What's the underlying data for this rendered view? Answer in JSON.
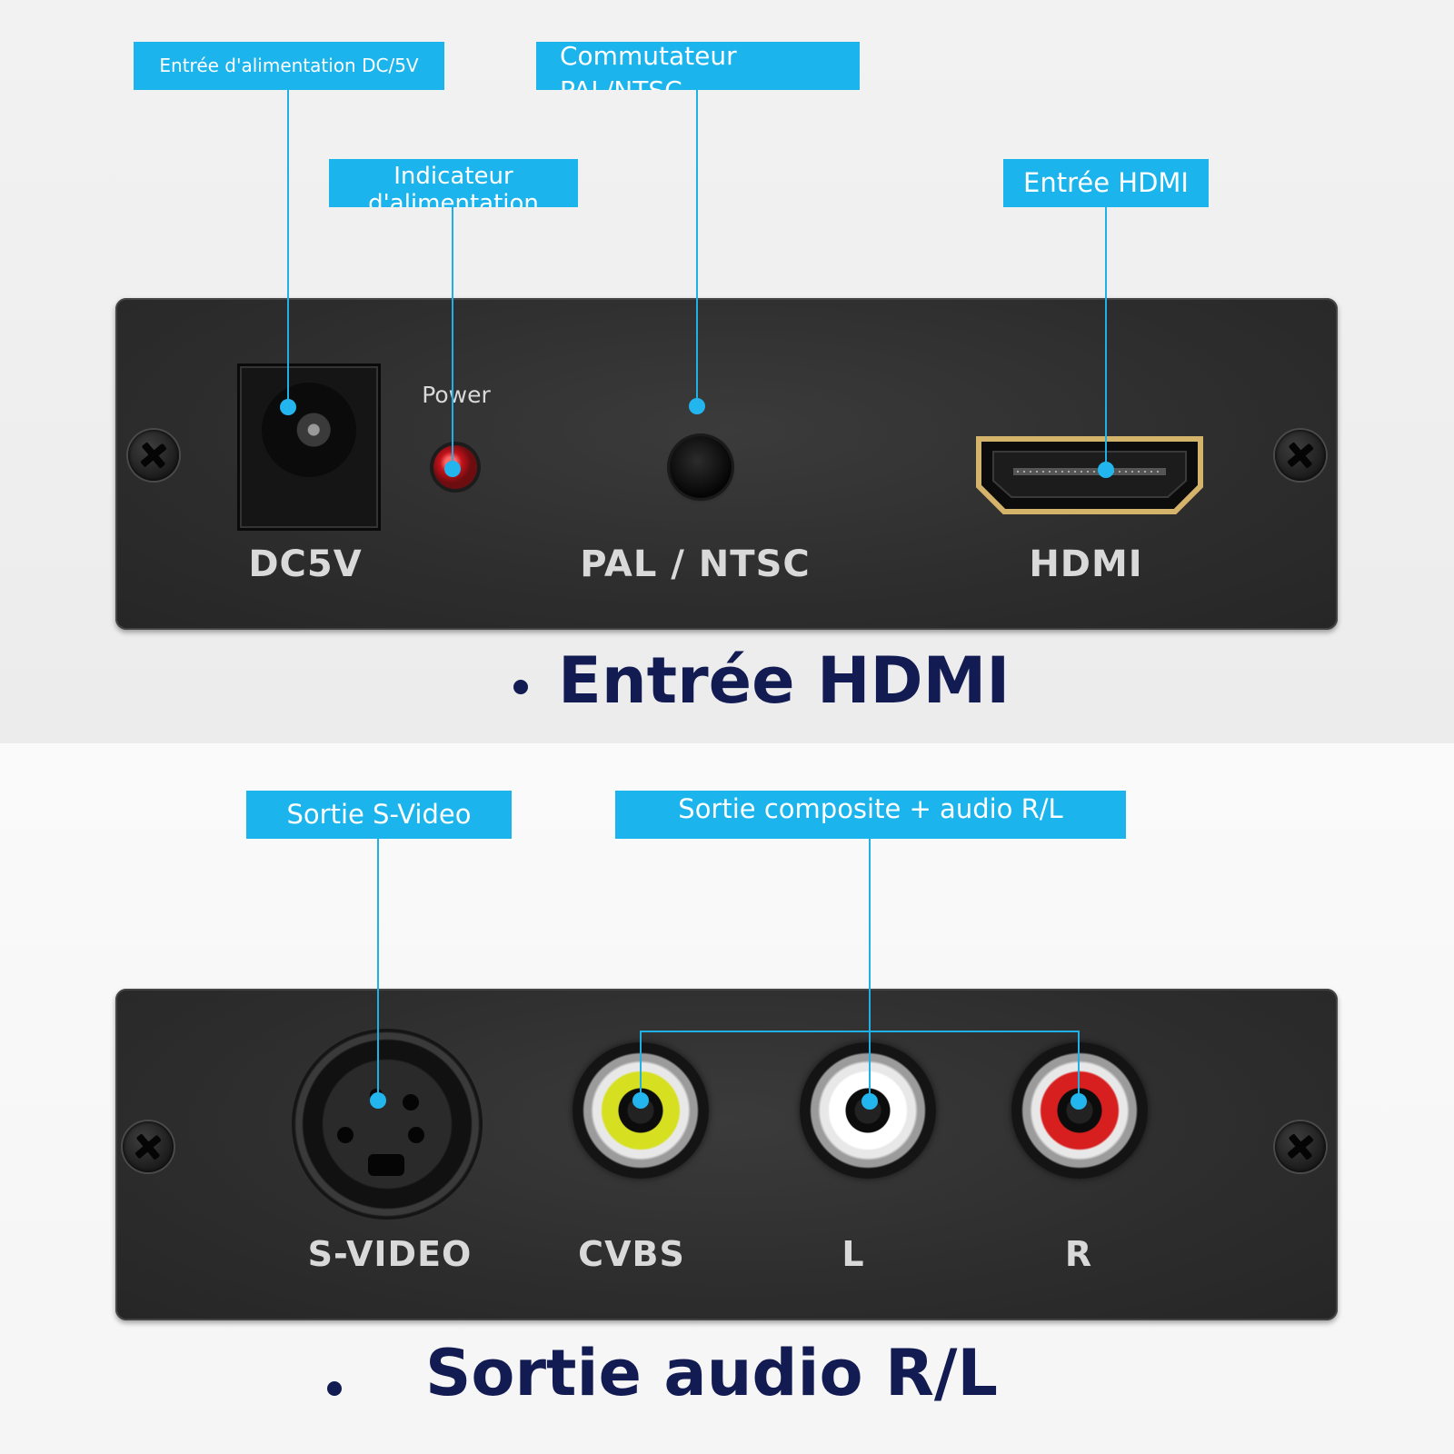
{
  "top": {
    "callouts": {
      "dc_input": "Entrée d'alimentation DC/5V",
      "switch_line1": "Commutateur",
      "switch_line2": "PAL/NTSC",
      "power_indicator_line1": "Indicateur",
      "power_indicator_line2": "d'alimentation",
      "hdmi_input": "Entrée HDMI"
    },
    "panel_labels": {
      "power": "Power",
      "dc": "DC5V",
      "pal_ntsc": "PAL / NTSC",
      "hdmi": "HDMI"
    },
    "heading": "Entrée HDMI"
  },
  "bottom": {
    "callouts": {
      "svideo_output": "Sortie S-Video",
      "composite_output": "Sortie composite + audio R/L"
    },
    "panel_labels": {
      "svideo": "S-VIDEO",
      "cvbs": "CVBS",
      "left": "L",
      "right": "R"
    },
    "heading": "Sortie audio R/L"
  },
  "colors": {
    "callout_bg": "#1bb4ec",
    "heading_text": "#131c52",
    "panel_bg": "#2d2d2d",
    "cvbs_ring": "#d6e021",
    "left_ring": "#ffffff",
    "right_ring": "#d81f1f",
    "power_led": "#d81f1f"
  }
}
